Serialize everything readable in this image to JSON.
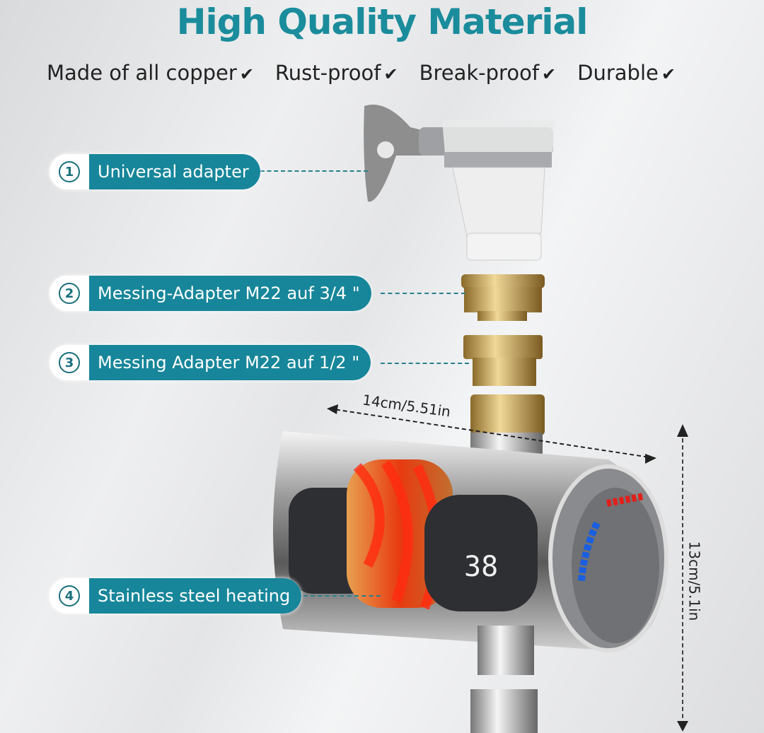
{
  "title": "High Quality Material",
  "features": [
    {
      "label": "Made of all copper",
      "check": "✔"
    },
    {
      "label": "Rust-proof",
      "check": "✔"
    },
    {
      "label": "Break-proof",
      "check": "✔"
    },
    {
      "label": "Durable",
      "check": "✔"
    }
  ],
  "parts": [
    {
      "number": "1",
      "label": "Universal adapter"
    },
    {
      "number": "2",
      "label": "Messing-Adapter M22 auf 3/4 \""
    },
    {
      "number": "3",
      "label": "Messing Adapter M22 auf 1/2 \""
    },
    {
      "number": "4",
      "label": "Stainless steel heating"
    }
  ],
  "dimensions": {
    "width": "14cm/5.51in",
    "height": "13cm/5.1in"
  },
  "display": {
    "temperature": "38"
  },
  "colors": {
    "accent": "#17869a",
    "title": "#1a8c9c",
    "hot": "#e0201a",
    "cold": "#1a5fe0"
  }
}
